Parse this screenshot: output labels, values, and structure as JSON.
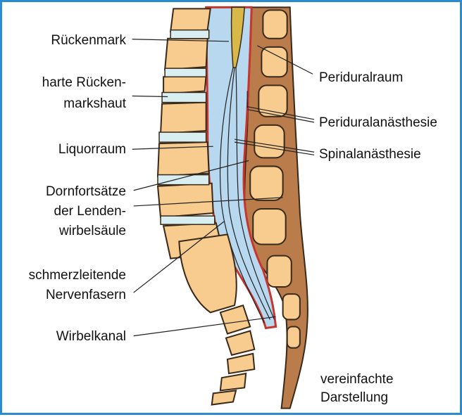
{
  "labels": {
    "rueckenmark": "Rückenmark",
    "harte_line1": "harte Rücken-",
    "harte_line2": "markshaut",
    "liquorraum": "Liquorraum",
    "dorn_line1": "Dornfortsätze",
    "dorn_line2": "der Lenden-",
    "dorn_line3": "wirbelsäule",
    "schmerz_line1": "schmerzleitende",
    "schmerz_line2": "Nervenfasern",
    "wirbelkanal": "Wirbelkanal",
    "periduralraum": "Periduralraum",
    "periduralanaesthesie": "Periduralanästhesie",
    "spinalanaesthesie": "Spinalanästhesie",
    "note_line1": "vereinfachte",
    "note_line2": "Darstellung"
  },
  "colors": {
    "frame": "#2a8ccf",
    "bone": "#f8cc8e",
    "bone_outline": "#3a2a1a",
    "disc": "#d8eef0",
    "csf": "#b8d8f0",
    "dura": "#c6362e",
    "back_tissue": "#b97c4a",
    "spinal_cord": "#d9b84a"
  }
}
